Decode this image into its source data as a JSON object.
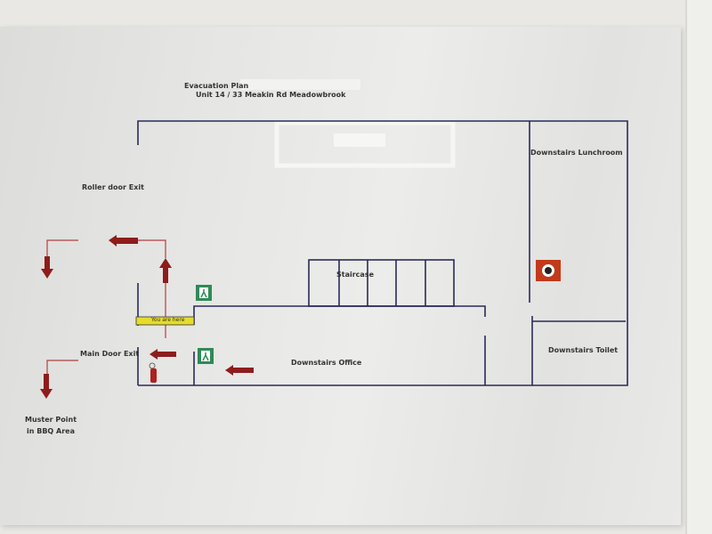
{
  "title": {
    "line1": "Evacuation Plan",
    "line2": "Unit 14 / 33 Meakin Rd Meadowbrook"
  },
  "rooms": {
    "lunchroom": "Downstairs Lunchroom",
    "staircase": "Staircase",
    "office": "Downstairs Office",
    "toilet": "Downstairs Toilet"
  },
  "exits": {
    "roller_door": "Roller door Exit",
    "main_door": "Main Door Exit"
  },
  "muster": {
    "line1": "Muster Point",
    "line2": "in BBQ Area"
  },
  "you_are_here": "You are here",
  "colors": {
    "wall": "#2a2a5a",
    "arrow": "#8e1c1c",
    "route": "#b04040",
    "exit_sign": "#2e8b57",
    "marker": "#e6dc2a"
  }
}
